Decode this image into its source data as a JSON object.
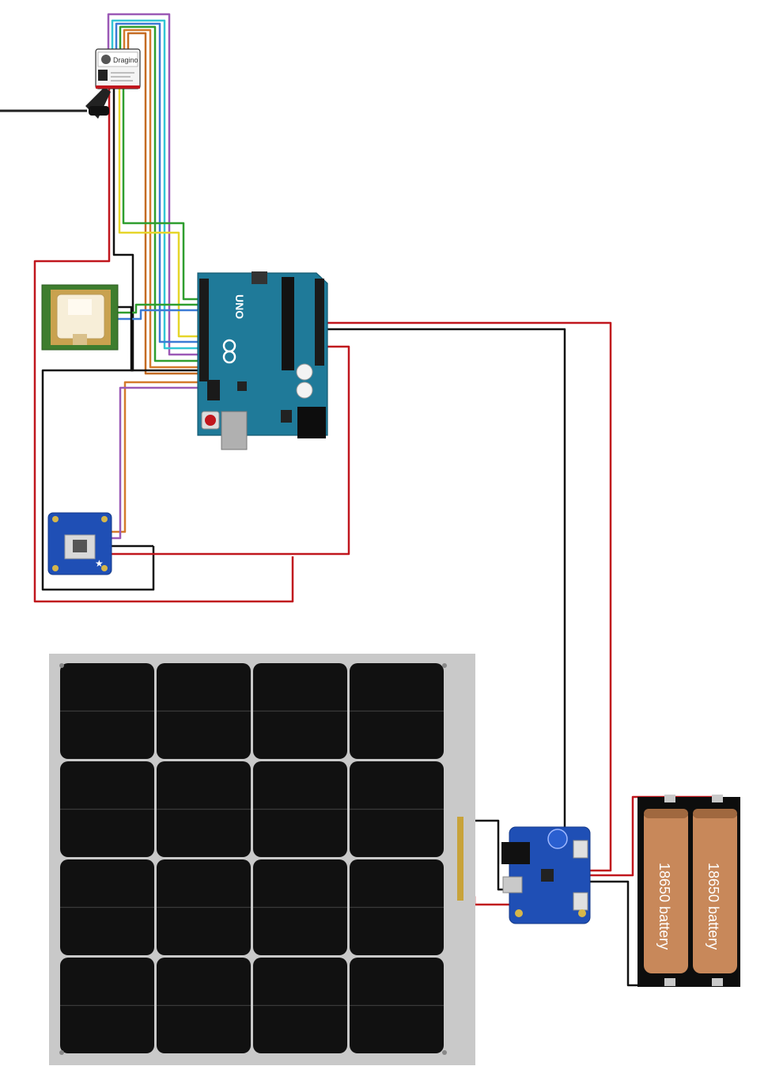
{
  "diagram": {
    "components": {
      "lora_module": {
        "brand_text": "Dragino"
      },
      "arduino": {
        "model_text": "UNO"
      },
      "battery_left": {
        "label": "18650 battery"
      },
      "battery_right": {
        "label": "18650 battery"
      }
    },
    "colors": {
      "wire_red": "#c0161d",
      "wire_black": "#111111",
      "wire_green": "#2f9e2f",
      "wire_yellow": "#e6d52a",
      "wire_blue": "#3a7bd5",
      "wire_cyan": "#33c6d4",
      "wire_purple": "#9b59b6",
      "wire_orange": "#d47a2c",
      "wire_brown": "#9a5b2c",
      "board_teal": "#1f7a99",
      "board_blue": "#1f4fb5",
      "gps_green": "#3e7d2e",
      "solar_cell": "#111111",
      "solar_frame": "#c9c9c9",
      "battery_body": "#c8885a"
    }
  }
}
